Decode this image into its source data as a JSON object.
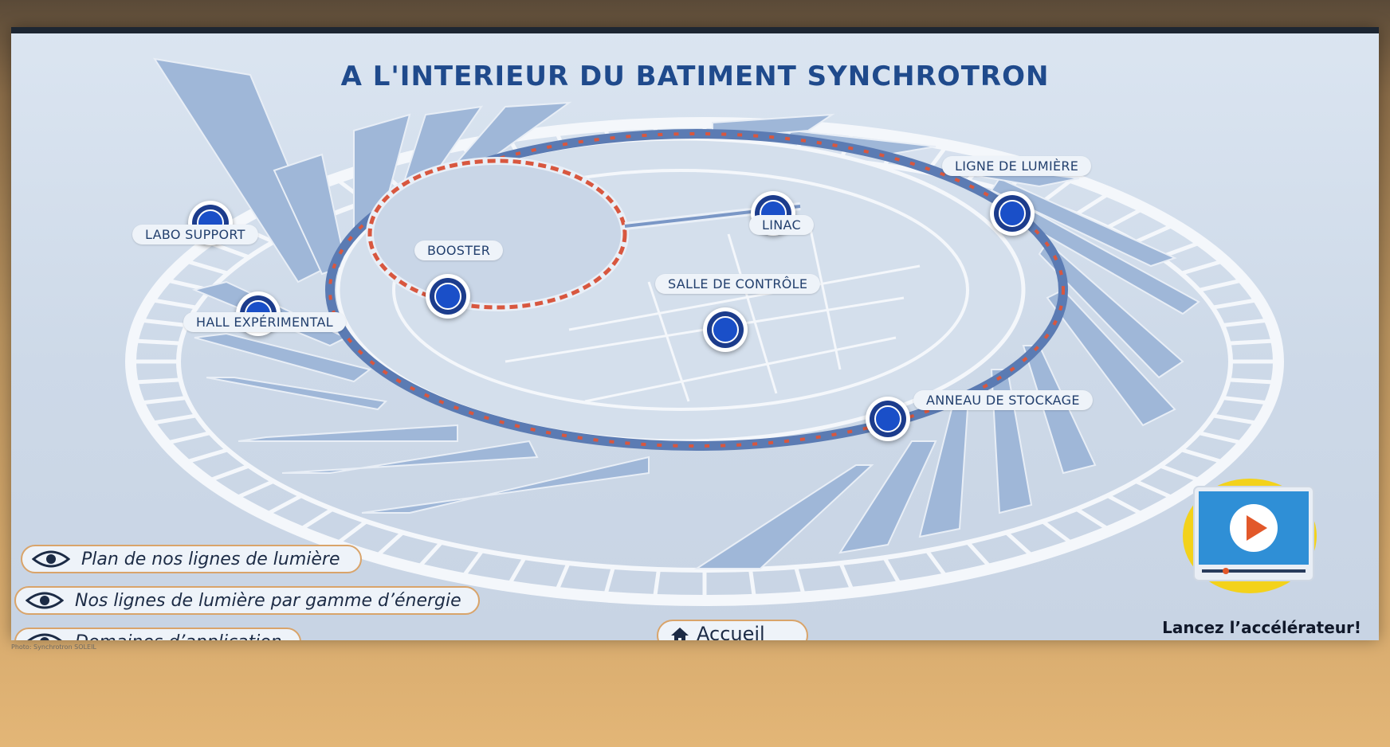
{
  "title": "A L'INTERIEUR DU BATIMENT SYNCHROTRON",
  "locations": [
    {
      "id": "labo-support",
      "label": "LABO SUPPORT"
    },
    {
      "id": "hall-experimental",
      "label": "HALL EXPÉRIMENTAL"
    },
    {
      "id": "booster",
      "label": "BOOSTER"
    },
    {
      "id": "linac",
      "label": "LINAC"
    },
    {
      "id": "salle-de-controle",
      "label": "SALLE DE CONTRÔLE"
    },
    {
      "id": "ligne-de-lumiere",
      "label": "LIGNE DE LUMIÈRE"
    },
    {
      "id": "anneau-de-stockage",
      "label": "ANNEAU DE STOCKAGE"
    }
  ],
  "menu": {
    "plan": "Plan de nos lignes de lumière",
    "energie": "Nos lignes de lumière par gamme d’énergie",
    "domaines": "Domaines d’application"
  },
  "home": {
    "label": "Accueil",
    "icon": "home-icon"
  },
  "video": {
    "cta": "Lancez l’accélérateur!",
    "icon": "play-icon"
  },
  "credit": "Photo: Synchrotron SOLEIL",
  "colors": {
    "title": "#1f4a8c",
    "marker": "#1a4fc8",
    "accent_border": "#d9a46a",
    "badge_yellow": "#f3d21b",
    "play_orange": "#e2582a"
  }
}
